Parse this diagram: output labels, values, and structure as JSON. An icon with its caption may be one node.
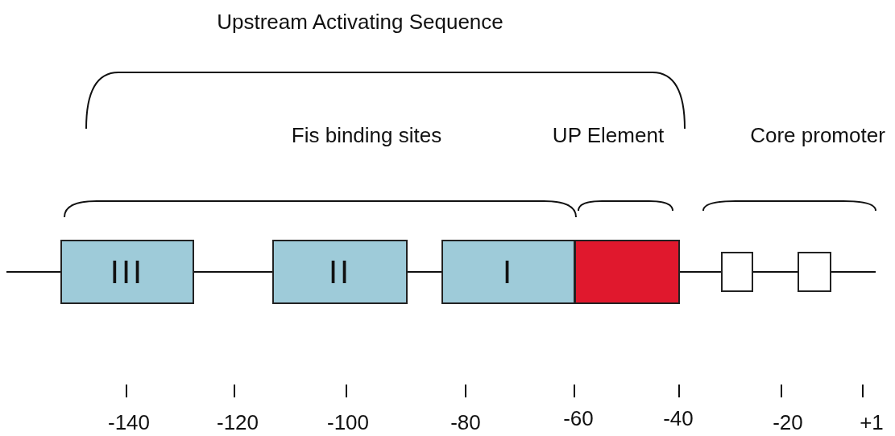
{
  "diagram": {
    "nodes": [
      {
        "text": [
          "III"
        ]
      },
      {
        "text": [
          "II"
        ]
      },
      {
        "text": [
          "I"
        ]
      },
      {
        "text": [],
        "shape": "box"
      },
      {
        "text": [],
        "shape": "box"
      },
      {
        "text": [],
        "shape": "box"
      }
    ],
    "edges": [
      {
        "from": null,
        "to": 0,
        "arrow": "none"
      },
      {
        "from": 0,
        "to": 1,
        "arrow": "none"
      },
      {
        "from": 1,
        "to": 2,
        "arrow": "none"
      },
      {
        "from": 3,
        "to": 4,
        "arrow": "none"
      },
      {
        "from": 4,
        "to": 5,
        "arrow": "none"
      },
      {
        "from": 5,
        "to": null,
        "arrow": "none"
      }
    ],
    "labels": [
      "Upstream Activating Sequence",
      "Fis binding sites",
      "UP Element",
      "Core promoter",
      "-140",
      "-120",
      "-100",
      "-80",
      "-60",
      "-40",
      "-20",
      "+1"
    ]
  }
}
